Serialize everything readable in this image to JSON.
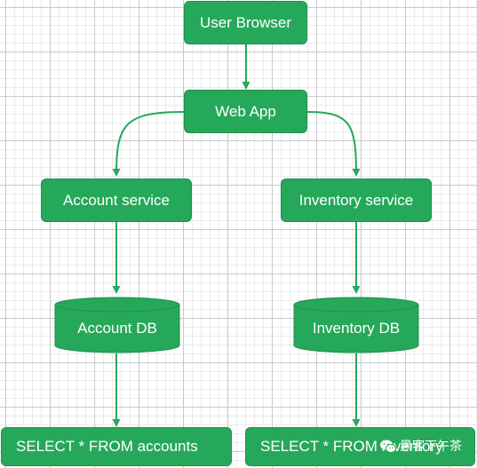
{
  "nodes": {
    "user_browser": "User Browser",
    "web_app": "Web App",
    "account_service": "Account service",
    "inventory_service": "Inventory service",
    "account_db": "Account DB",
    "inventory_db": "Inventory DB",
    "account_query": "SELECT * FROM accounts",
    "inventory_query": "SELECT * FROM inventory"
  },
  "watermark": {
    "text": "黑客下午茶",
    "icon": "wechat-icon"
  },
  "colors": {
    "node_fill": "#26a85a",
    "node_border": "#1f8f4c",
    "edge": "#26a85a",
    "grid": "#c9c9c9"
  }
}
